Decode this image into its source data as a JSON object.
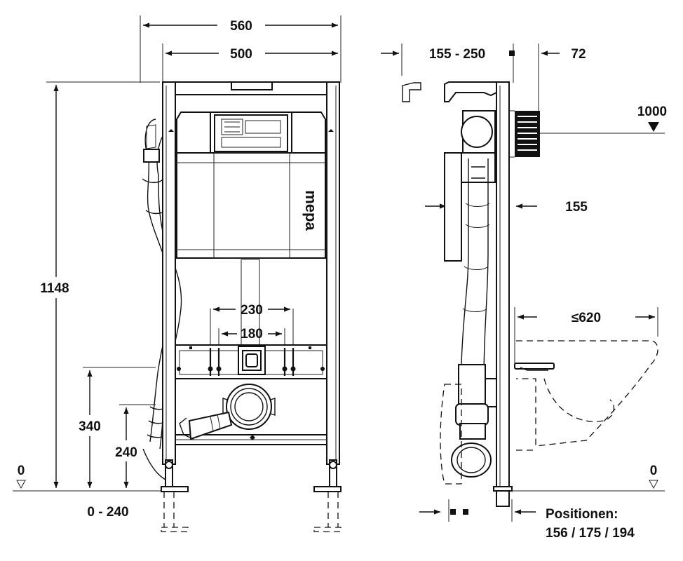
{
  "front_view": {
    "dims": {
      "width_outer": "560",
      "width_frame": "500",
      "height_total": "1148",
      "spacing_230": "230",
      "spacing_180": "180",
      "height_340": "340",
      "height_240": "240",
      "zero_level": "0",
      "foot_range": "0 - 240"
    },
    "brand_text": "mepa"
  },
  "side_view": {
    "dims": {
      "depth_range": "155 - 250",
      "depth_72": "72",
      "height_1000": "1000",
      "depth_155": "155",
      "bowl_620": "≤620",
      "zero_level": "0"
    },
    "positions_label": "Positionen:",
    "positions_values": "156 / 175 / 194"
  }
}
